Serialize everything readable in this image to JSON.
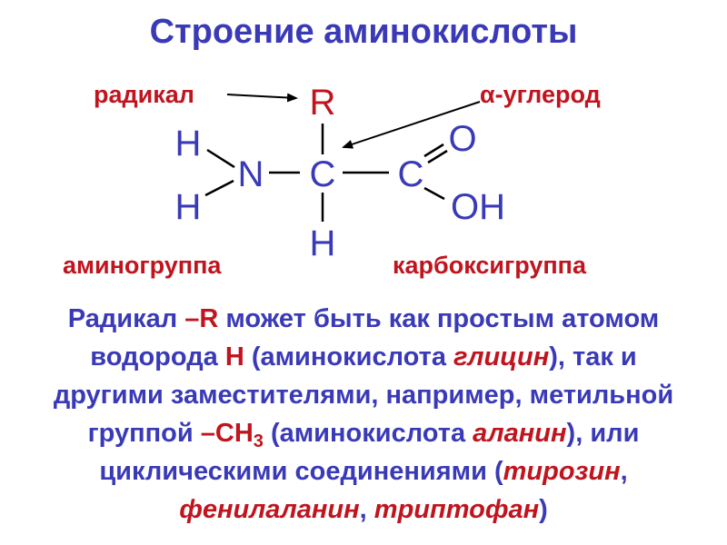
{
  "title": "Строение аминокислоты",
  "labels": {
    "radical": "радикал",
    "alpha_carbon": "α-углерод",
    "amino_group": "аминогруппа",
    "carboxyl_group": "карбоксигруппа"
  },
  "atoms": {
    "r": "R",
    "h_top_left": "H",
    "h_bottom_left": "H",
    "n": "N",
    "c_alpha": "C",
    "c_carboxyl": "C",
    "o": "O",
    "oh": "OH",
    "h_bottom": "H"
  },
  "description": {
    "l1_a": "Радикал ",
    "l1_b": "–R",
    "l1_c": " может быть как простым атомом",
    "l2_a": "водорода ",
    "l2_b": "Н",
    "l2_c": " (аминокислота ",
    "l2_d": "глицин",
    "l2_e": "), так и",
    "l3_a": "другими заместителями, например, метильной",
    "l4_a": "группой ",
    "l4_b": "–CH",
    "l4_sub": "3",
    "l4_c": " (аминокислота ",
    "l4_d": "аланин",
    "l4_e": "), или",
    "l5_a": "циклическими соединениями (",
    "l5_b": "тирозин",
    "l5_c": ",",
    "l6_a": "фенилаланин",
    "l6_b": ", ",
    "l6_c": "триптофан",
    "l6_d": ")"
  },
  "colors": {
    "blue": "#3a3ab8",
    "red": "#c0141e",
    "black": "#000000"
  }
}
